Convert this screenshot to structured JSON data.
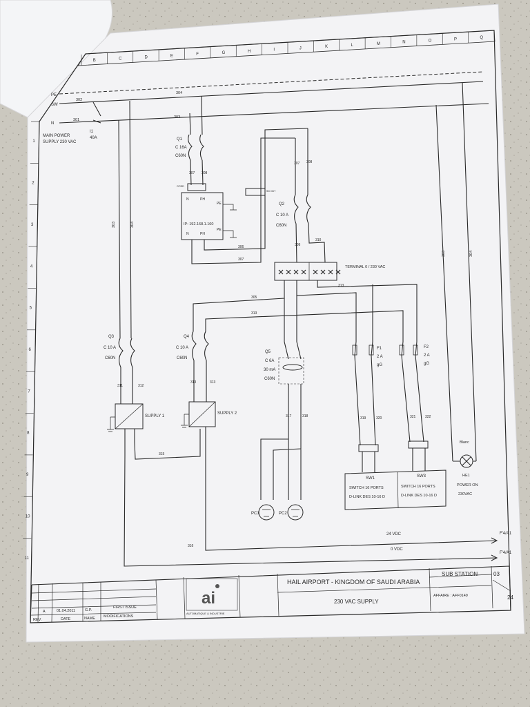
{
  "sheet": {
    "columns": [
      "B",
      "C",
      "D",
      "E",
      "F",
      "G",
      "H",
      "I",
      "J",
      "K",
      "L",
      "M",
      "N",
      "O",
      "P",
      "Q"
    ],
    "rows": [
      "1",
      "2",
      "3",
      "4",
      "5",
      "6",
      "7",
      "8",
      "9",
      "10",
      "11"
    ]
  },
  "left_labels": {
    "pe": "PE",
    "sw": "SW",
    "n": "N",
    "main_power_1": "MAIN POWER",
    "main_power_2": "SUPPLY 230 VAC",
    "i1": "I1",
    "i1_rating": "40A"
  },
  "wires": {
    "w302": "302",
    "w304_top": "304",
    "w301": "301",
    "w303_top": "303",
    "w303": "303",
    "w304": "304",
    "w308": "308",
    "w306": "306",
    "w309": "309",
    "w307": "307",
    "w305": "305",
    "w310": "310",
    "w313": "313",
    "w313b": "313",
    "w311": "311",
    "w312": "312",
    "w315": "315",
    "w316": "316",
    "w317": "317",
    "w318": "318",
    "w319": "319",
    "w320": "320",
    "w321": "321",
    "w322": "322",
    "w303r": "303",
    "w304r": "304",
    "w307b": "307",
    "w308b": "308"
  },
  "q1": {
    "name": "Q1",
    "rating": "C 16A",
    "model": "C60N"
  },
  "box": {
    "ip": "IP: 192.168.1.160",
    "n": "N",
    "ph": "PH",
    "pe": "PE",
    "pe2": "PE",
    "n2": "N",
    "ph2": "PH",
    "ofe": "OF/SD",
    "oc": "SD OUT"
  },
  "q2": {
    "name": "Q2",
    "rating": "C 10 A",
    "model": "C60N"
  },
  "terminal": "TERMINAL 0 / 230 VAC",
  "q3": {
    "name": "Q3",
    "rating": "C 10 A",
    "model": "C60N"
  },
  "q4": {
    "name": "Q4",
    "rating": "C 10 A",
    "model": "C60N"
  },
  "q5": {
    "name": "Q5",
    "rating": "C 6A",
    "sens": "30 mA",
    "model": "C60N"
  },
  "f1": {
    "name": "F1",
    "rating": "2 A",
    "type": "gG"
  },
  "f2": {
    "name": "F2",
    "rating": "2 A",
    "type": "gG"
  },
  "supply1": "SUPPLY 1",
  "supply2": "SUPPLY 2",
  "sw1": {
    "name": "SW1",
    "line1": "SWITCH 16 PORTS",
    "line2": "D-LINK  DES 10-16 D"
  },
  "sw3": {
    "name": "SW3",
    "line1": "SWITCH 16 PORTS",
    "line2": "D-LINK  DES 10-16 D"
  },
  "h1": {
    "color": "Blanc",
    "name": "HE1",
    "text1": "POWER ON",
    "text2": "230VAC"
  },
  "pc1": "PC1",
  "pc2": "PC2",
  "bus": {
    "v24": "24 VDC",
    "v0": "0 VDC",
    "ref1": "F'4/A1",
    "ref2": "F'4/A1"
  },
  "title_block": {
    "project": "HAIL   AIRPORT  -  KINGDOM OF SAUDI ARABIA",
    "sheet_title": "230 VAC SUPPLY",
    "sub_station": "SUB STATION",
    "affaire": "AFFAIRE : AFF0149",
    "folio": "03",
    "page": "24",
    "logo_letters": "ai",
    "logo_text": "AUTOMATIQUE & INDUSTRIE",
    "rev_letter": "A",
    "rev_date": "01.04.2011",
    "rev_name": "G.P.",
    "rev_desc": "FIRST ISSUE",
    "hdr_rev": "REV.",
    "hdr_date": "DATE",
    "hdr_name": "NAME",
    "hdr_mod": "MODIFICATIONS"
  },
  "colors": {
    "desk": "#c9c6bd",
    "paper": "#f3f3f5",
    "ink": "#2a2a2a"
  }
}
